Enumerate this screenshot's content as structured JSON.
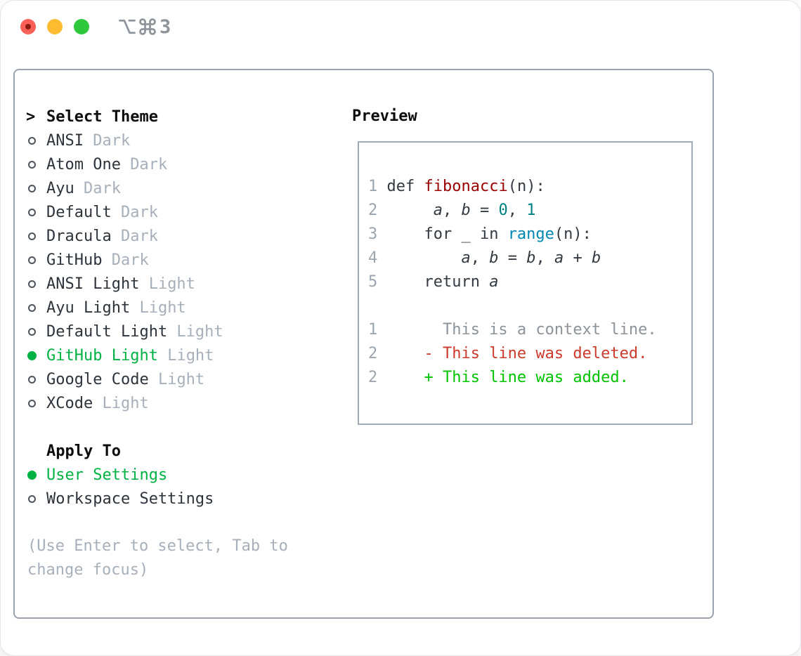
{
  "window": {
    "title_shortcut": "⌥⌘3",
    "shortcut_number": "3",
    "traffic_lights": [
      "close",
      "minimize",
      "zoom"
    ]
  },
  "theme_selector": {
    "header_marker": ">",
    "header": "Select Theme",
    "items": [
      {
        "label": "ANSI",
        "variant": "Dark",
        "selected": false
      },
      {
        "label": "Atom One",
        "variant": "Dark",
        "selected": false
      },
      {
        "label": "Ayu",
        "variant": "Dark",
        "selected": false
      },
      {
        "label": "Default",
        "variant": "Dark",
        "selected": false
      },
      {
        "label": "Dracula",
        "variant": "Dark",
        "selected": false
      },
      {
        "label": "GitHub",
        "variant": "Dark",
        "selected": false
      },
      {
        "label": "ANSI Light",
        "variant": "Light",
        "selected": false
      },
      {
        "label": "Ayu Light",
        "variant": "Light",
        "selected": false
      },
      {
        "label": "Default Light",
        "variant": "Light",
        "selected": false
      },
      {
        "label": "GitHub Light",
        "variant": "Light",
        "selected": true
      },
      {
        "label": "Google Code",
        "variant": "Light",
        "selected": false
      },
      {
        "label": "XCode",
        "variant": "Light",
        "selected": false
      }
    ]
  },
  "apply_to": {
    "header": "Apply To",
    "options": [
      {
        "label": "User Settings",
        "selected": true
      },
      {
        "label": "Workspace Settings",
        "selected": false
      }
    ]
  },
  "help_text": "(Use Enter to select, Tab to change focus)",
  "preview": {
    "header": "Preview",
    "code_lines": [
      {
        "num": "1",
        "tokens": [
          [
            "plain",
            " def "
          ],
          [
            "func",
            "fibonacci"
          ],
          [
            "plain",
            "(n):"
          ]
        ]
      },
      {
        "num": "2",
        "tokens": [
          [
            "plain",
            "      "
          ],
          [
            "var",
            "a"
          ],
          [
            "plain",
            ", "
          ],
          [
            "var",
            "b"
          ],
          [
            "plain",
            " = "
          ],
          [
            "num",
            "0"
          ],
          [
            "plain",
            ", "
          ],
          [
            "num",
            "1"
          ]
        ]
      },
      {
        "num": "3",
        "tokens": [
          [
            "plain",
            "     for _ in "
          ],
          [
            "builtin",
            "range"
          ],
          [
            "plain",
            "(n):"
          ]
        ]
      },
      {
        "num": "4",
        "tokens": [
          [
            "plain",
            "         "
          ],
          [
            "var",
            "a"
          ],
          [
            "plain",
            ", "
          ],
          [
            "var",
            "b"
          ],
          [
            "plain",
            " = "
          ],
          [
            "var",
            "b"
          ],
          [
            "plain",
            ", "
          ],
          [
            "var",
            "a"
          ],
          [
            "plain",
            " + "
          ],
          [
            "var",
            "b"
          ]
        ]
      },
      {
        "num": "5",
        "tokens": [
          [
            "plain",
            "     return "
          ],
          [
            "var",
            "a"
          ]
        ]
      }
    ],
    "diff_lines": [
      {
        "num": "1",
        "tokens": [
          [
            "ctx",
            "       This is a context line."
          ]
        ]
      },
      {
        "num": "2",
        "tokens": [
          [
            "del",
            "     - This line was deleted."
          ]
        ]
      },
      {
        "num": "2",
        "tokens": [
          [
            "add",
            "     + This line was added."
          ]
        ]
      }
    ]
  },
  "colors": {
    "selection_green": "#00b143",
    "added_green": "#00c300",
    "deleted_red": "#cb3a2a",
    "function_red": "#9a0000",
    "number_teal": "#008080",
    "builtin_blue": "#0086b3",
    "muted_gray": "#a7b0ba",
    "line_number_gray": "#9aa5b0",
    "panel_border": "#9aa3ad",
    "traffic_red": "#f75f57",
    "traffic_yellow": "#fdbc2f",
    "traffic_green": "#2dc83e"
  }
}
